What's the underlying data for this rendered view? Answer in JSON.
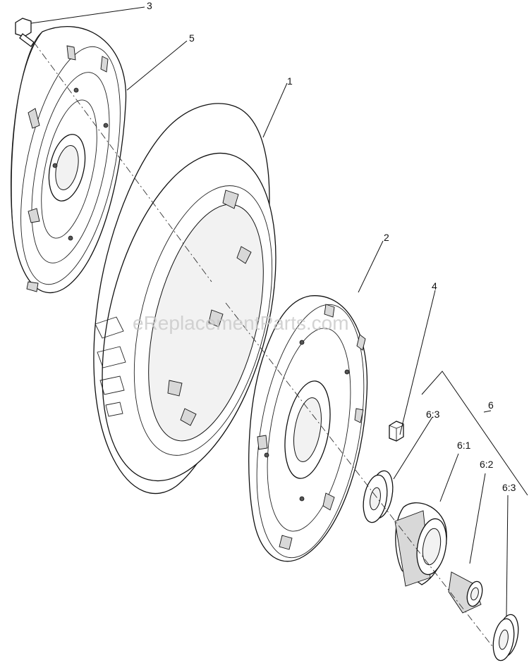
{
  "watermark": "eReplacementParts.com",
  "callouts": {
    "c1": "1",
    "c2": "2",
    "c3": "3",
    "c4": "4",
    "c5": "5",
    "c6": "6",
    "c6_1": "6:1",
    "c6_2": "6:2",
    "c6_3a": "6:3",
    "c6_3b": "6:3"
  }
}
